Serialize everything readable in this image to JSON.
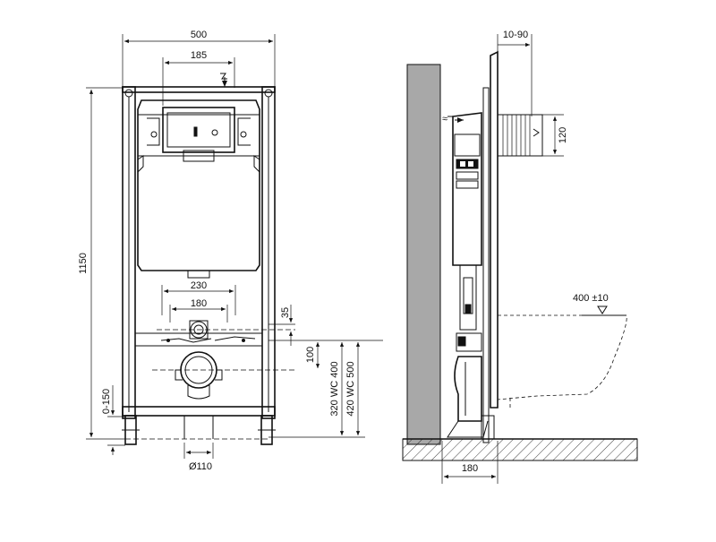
{
  "front_view": {
    "dim_width": "500",
    "dim_button_offset": "185",
    "dim_height": "1150",
    "dim_drain_spacing": "230",
    "dim_drain_inner": "180",
    "dim_35": "35",
    "dim_100": "100",
    "dim_wc400": "320 WC 400",
    "dim_wc500": "420 WC 500",
    "dim_floor_adjust": "0-150",
    "dim_pipe": "Ø110"
  },
  "side_view": {
    "dim_cover": "10-90",
    "dim_120": "120",
    "dim_bowl": "400 ±10",
    "dim_depth": "180"
  }
}
